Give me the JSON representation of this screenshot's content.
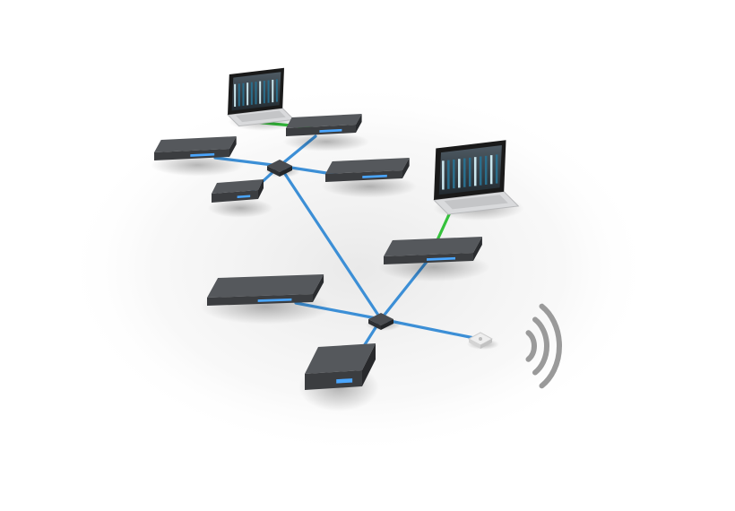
{
  "diagram": {
    "colors": {
      "ethernet_link": "#3c8fd6",
      "host_link": "#35c23c",
      "device_body": "#3b3d40",
      "device_top": "#55585c",
      "led_strip": "#4aa6ff",
      "switch_body": "#2e3033",
      "laptop_shell": "#d9dadc",
      "laptop_bezel": "#1a1a1a",
      "screen_ui": "#2a6e8c",
      "wifi_waves": "#9a9a9a",
      "access_point": "#eeeeee"
    },
    "nodes": [
      {
        "id": "laptop-1",
        "type": "laptop",
        "icon": "laptop-icon"
      },
      {
        "id": "laptop-2",
        "type": "laptop",
        "icon": "laptop-icon"
      },
      {
        "id": "interface-1",
        "type": "rack-interface",
        "icon": "audio-interface-icon"
      },
      {
        "id": "interface-2",
        "type": "rack-interface",
        "icon": "audio-interface-icon"
      },
      {
        "id": "interface-3",
        "type": "rack-interface",
        "icon": "audio-interface-icon"
      },
      {
        "id": "interface-4",
        "type": "rack-interface",
        "icon": "audio-interface-icon"
      },
      {
        "id": "interface-5",
        "type": "rack-interface",
        "icon": "audio-interface-icon"
      },
      {
        "id": "desktop-unit-1",
        "type": "desktop-unit",
        "icon": "compact-interface-icon"
      },
      {
        "id": "desktop-unit-2",
        "type": "desktop-unit",
        "icon": "compact-interface-icon"
      },
      {
        "id": "switch-1",
        "type": "network-switch",
        "icon": "network-switch-icon"
      },
      {
        "id": "switch-2",
        "type": "network-switch",
        "icon": "network-switch-icon"
      },
      {
        "id": "access-point",
        "type": "wireless-access-point",
        "icon": "wifi-access-point-icon"
      },
      {
        "id": "wifi-signal",
        "type": "wireless-signal",
        "icon": "wifi-signal-icon"
      }
    ],
    "links": [
      {
        "from": "laptop-1",
        "to": "interface-2",
        "kind": "host"
      },
      {
        "from": "laptop-2",
        "to": "interface-4",
        "kind": "host"
      },
      {
        "from": "switch-1",
        "to": "interface-1",
        "kind": "ethernet"
      },
      {
        "from": "switch-1",
        "to": "interface-2",
        "kind": "ethernet"
      },
      {
        "from": "switch-1",
        "to": "interface-3",
        "kind": "ethernet"
      },
      {
        "from": "switch-1",
        "to": "desktop-unit-1",
        "kind": "ethernet"
      },
      {
        "from": "switch-1",
        "to": "switch-2",
        "kind": "ethernet"
      },
      {
        "from": "switch-2",
        "to": "interface-4",
        "kind": "ethernet"
      },
      {
        "from": "switch-2",
        "to": "interface-5",
        "kind": "ethernet"
      },
      {
        "from": "switch-2",
        "to": "desktop-unit-2",
        "kind": "ethernet"
      },
      {
        "from": "switch-2",
        "to": "access-point",
        "kind": "ethernet"
      }
    ]
  }
}
